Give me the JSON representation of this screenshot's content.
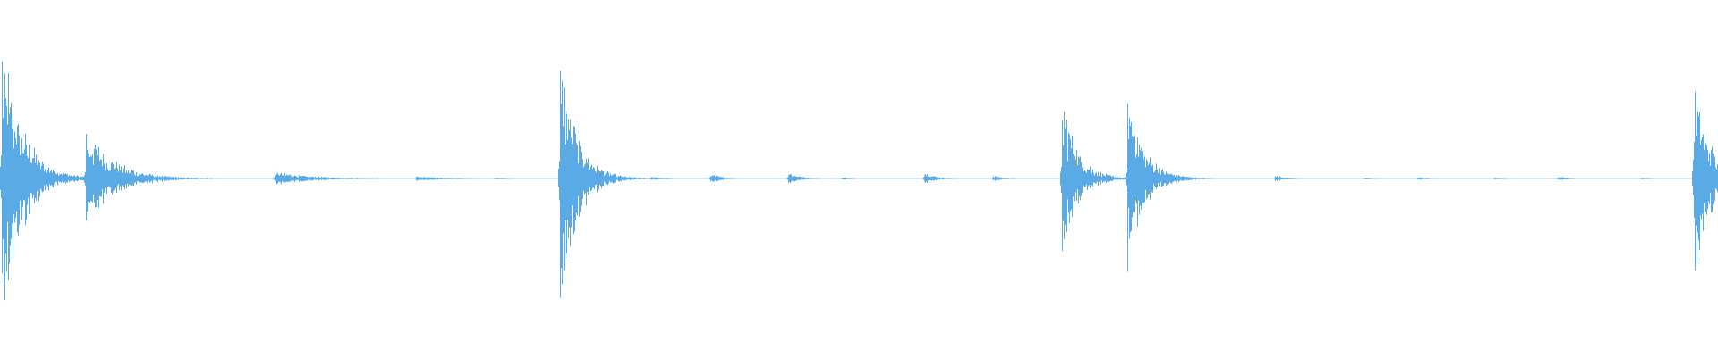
{
  "waveform": {
    "color": "#5aaae6",
    "background": "#ffffff",
    "baseline_level": 0.0,
    "events": [
      {
        "t": 0.001,
        "peak": 0.93,
        "decay": 22,
        "density": 1.0
      },
      {
        "t": 0.05,
        "peak": 0.33,
        "decay": 30,
        "density": 1.0
      },
      {
        "t": 0.16,
        "peak": 0.05,
        "decay": 40,
        "density": 0.8
      },
      {
        "t": 0.242,
        "peak": 0.02,
        "decay": 35,
        "density": 0.6
      },
      {
        "t": 0.288,
        "peak": 0.01,
        "decay": 20,
        "density": 0.5
      },
      {
        "t": 0.326,
        "peak": 0.85,
        "decay": 18,
        "density": 1.0
      },
      {
        "t": 0.378,
        "peak": 0.015,
        "decay": 20,
        "density": 0.5
      },
      {
        "t": 0.413,
        "peak": 0.04,
        "decay": 12,
        "density": 0.7
      },
      {
        "t": 0.459,
        "peak": 0.05,
        "decay": 12,
        "density": 0.7
      },
      {
        "t": 0.49,
        "peak": 0.015,
        "decay": 10,
        "density": 0.5
      },
      {
        "t": 0.538,
        "peak": 0.05,
        "decay": 12,
        "density": 0.7
      },
      {
        "t": 0.578,
        "peak": 0.025,
        "decay": 12,
        "density": 0.6
      },
      {
        "t": 0.618,
        "peak": 0.57,
        "decay": 16,
        "density": 1.0
      },
      {
        "t": 0.656,
        "peak": 0.58,
        "decay": 18,
        "density": 1.0
      },
      {
        "t": 0.742,
        "peak": 0.025,
        "decay": 14,
        "density": 0.6
      },
      {
        "t": 0.794,
        "peak": 0.01,
        "decay": 14,
        "density": 0.5
      },
      {
        "t": 0.825,
        "peak": 0.015,
        "decay": 12,
        "density": 0.5
      },
      {
        "t": 0.87,
        "peak": 0.01,
        "decay": 14,
        "density": 0.5
      },
      {
        "t": 0.907,
        "peak": 0.02,
        "decay": 12,
        "density": 0.6
      },
      {
        "t": 0.955,
        "peak": 0.01,
        "decay": 14,
        "density": 0.5
      },
      {
        "t": 0.986,
        "peak": 0.73,
        "decay": 16,
        "density": 1.0
      }
    ]
  }
}
